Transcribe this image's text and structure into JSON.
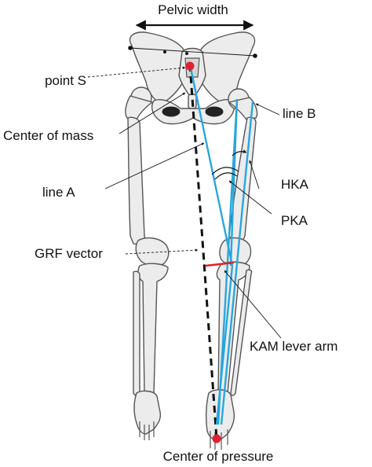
{
  "labels": {
    "pelvic_width": "Pelvic width",
    "point_s": "point S",
    "line_b": "line B",
    "center_of_mass": "Center of mass",
    "hka": "HKA",
    "line_a": "line A",
    "pka": "PKA",
    "grf_vector": "GRF vector",
    "kam_lever_arm": "KAM lever arm",
    "center_of_pressure": "Center of pressure"
  },
  "colors": {
    "mechanical_axis": "#29a6dd",
    "grf_vector": "#111111",
    "kam_lever_arm": "#e02020",
    "markers": "#e0202e",
    "bone_fill": "#ececec",
    "bone_outline": "#555555"
  }
}
